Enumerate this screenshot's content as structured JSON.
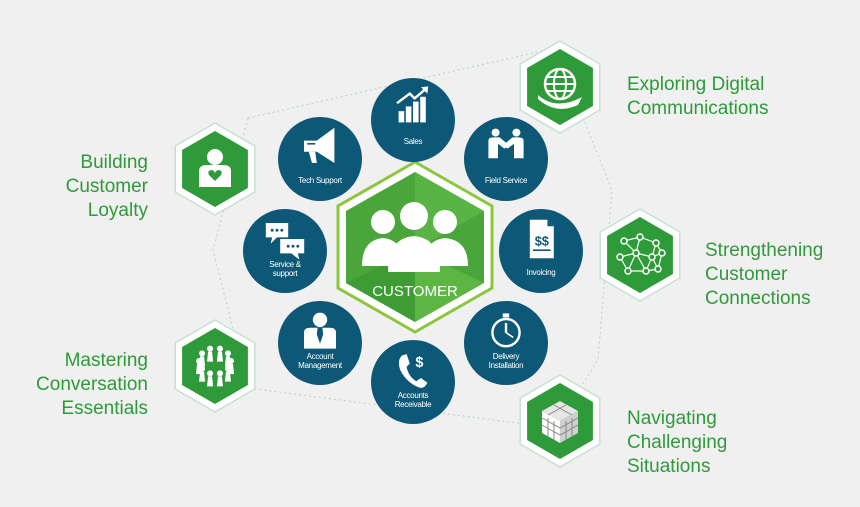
{
  "center": {
    "label": "CUSTOMER"
  },
  "services": [
    {
      "id": "sales",
      "lines": [
        "Sales"
      ],
      "icon": "growth-chart-icon"
    },
    {
      "id": "field-service",
      "lines": [
        "Field Service"
      ],
      "icon": "handshake-icon"
    },
    {
      "id": "invoicing",
      "lines": [
        "Invoicing"
      ],
      "icon": "invoice-dollar-icon"
    },
    {
      "id": "delivery-installation",
      "lines": [
        "Delivery",
        "Installation"
      ],
      "icon": "stopwatch-icon"
    },
    {
      "id": "accounts-receivable",
      "lines": [
        "Accounts",
        "Receivable"
      ],
      "icon": "phone-dollar-icon"
    },
    {
      "id": "account-management",
      "lines": [
        "Account",
        "Management"
      ],
      "icon": "businessman-icon"
    },
    {
      "id": "service-support",
      "lines": [
        "Service &",
        "support"
      ],
      "icon": "chat-bubbles-icon"
    },
    {
      "id": "tech-support",
      "lines": [
        "Tech Support"
      ],
      "icon": "megaphone-icon"
    }
  ],
  "programs": [
    {
      "id": "building-customer-loyalty",
      "lines": [
        "Building",
        "Customer",
        "Loyalty"
      ],
      "icon": "heart-person-icon"
    },
    {
      "id": "mastering-conversation-essentials",
      "lines": [
        "Mastering",
        "Conversation",
        "Essentials"
      ],
      "icon": "people-circle-icon"
    },
    {
      "id": "exploring-digital-communications",
      "lines": [
        "Exploring Digital",
        "Communications"
      ],
      "icon": "globe-icon"
    },
    {
      "id": "strengthening-customer-connections",
      "lines": [
        "Strengthening",
        "Customer",
        "Connections"
      ],
      "icon": "network-icon"
    },
    {
      "id": "navigating-challenging-situations",
      "lines": [
        "Navigating",
        "Challenging",
        "Situations"
      ],
      "icon": "cube-puzzle-icon"
    }
  ],
  "colors": {
    "green": "#2e9a3a",
    "teal": "#0d5876",
    "lightGreen": "#8cc63f",
    "background": "#f0f0f0"
  }
}
